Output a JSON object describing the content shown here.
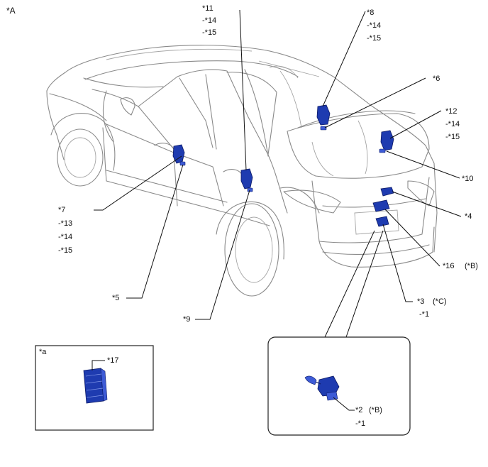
{
  "view_label": "*A",
  "inset_label": "*a",
  "colors": {
    "component": "#1e3bb0",
    "outline": "#8a8a8a",
    "leader": "#111111"
  },
  "callouts": {
    "c11": {
      "main": "*11",
      "sub": [
        "-*14",
        "-*15"
      ]
    },
    "c8": {
      "main": "*8",
      "sub": [
        "-*14",
        "-*15"
      ]
    },
    "c6": {
      "main": "*6"
    },
    "c12": {
      "main": "*12",
      "sub": [
        "-*14",
        "-*15"
      ]
    },
    "c10": {
      "main": "*10"
    },
    "c4": {
      "main": "*4"
    },
    "c16": {
      "main": "*16",
      "ref": "(*B)"
    },
    "c3": {
      "main": "*3",
      "ref": "(*C)",
      "sub": [
        "-*1"
      ]
    },
    "c7": {
      "main": "*7",
      "sub": [
        "-*13",
        "-*14",
        "-*15"
      ]
    },
    "c5": {
      "main": "*5"
    },
    "c9": {
      "main": "*9"
    },
    "c17": {
      "main": "*17"
    },
    "c2": {
      "main": "*2",
      "ref": "(*B)",
      "sub": [
        "-*1"
      ]
    }
  }
}
